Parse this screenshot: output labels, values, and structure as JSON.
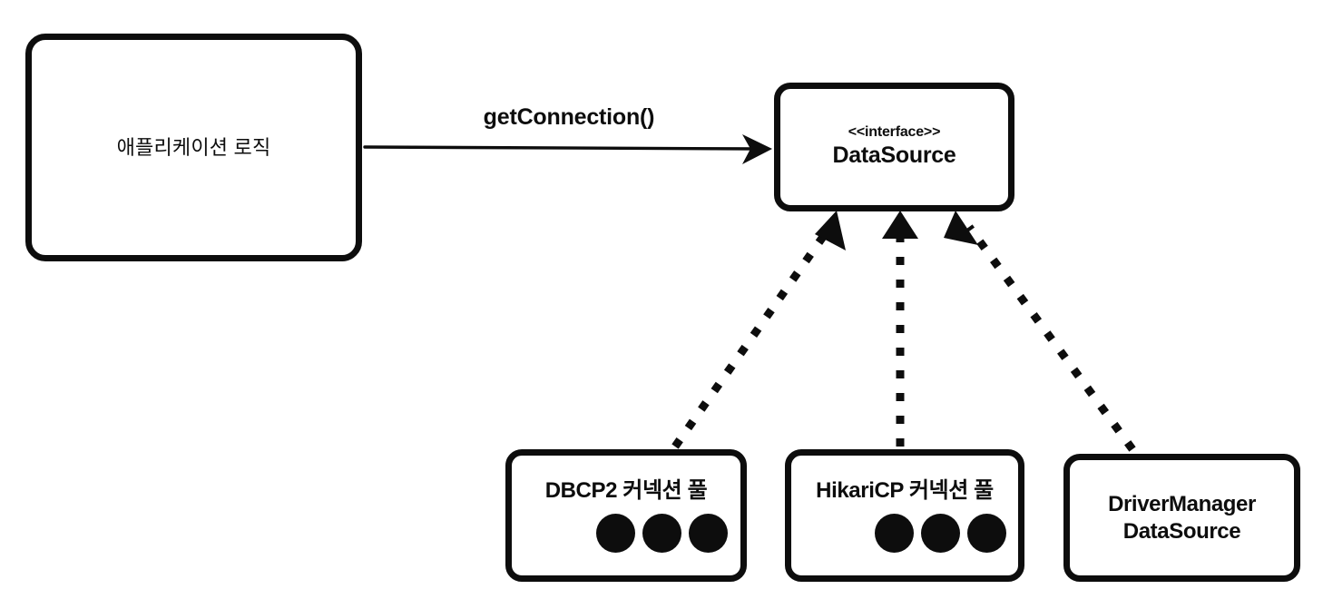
{
  "diagram": {
    "title": "DataSource interface implementations",
    "background": "#ffffff",
    "stroke_color": "#0d0d0d",
    "nodes": {
      "app": {
        "label": "애플리케이션 로직"
      },
      "datasource": {
        "stereotype": "<<interface>>",
        "name": "DataSource"
      },
      "dbcp2": {
        "label": "DBCP2 커넥션 풀",
        "circle_count": 3
      },
      "hikari": {
        "label": "HikariCP 커넥션 풀",
        "circle_count": 3
      },
      "drivermanager": {
        "line1": "DriverManager",
        "line2": "DataSource"
      }
    },
    "edges": {
      "get_connection": {
        "label": "getConnection()",
        "style": "solid",
        "arrowhead": "open",
        "from": "app",
        "to": "datasource"
      },
      "dbcp2_realizes": {
        "label": "",
        "style": "dotted",
        "arrowhead": "triangle",
        "from": "dbcp2",
        "to": "datasource"
      },
      "hikari_realizes": {
        "label": "",
        "style": "dotted",
        "arrowhead": "triangle",
        "from": "hikari",
        "to": "datasource"
      },
      "drivermanager_realizes": {
        "label": "",
        "style": "dotted",
        "arrowhead": "triangle",
        "from": "drivermanager",
        "to": "datasource"
      }
    }
  }
}
